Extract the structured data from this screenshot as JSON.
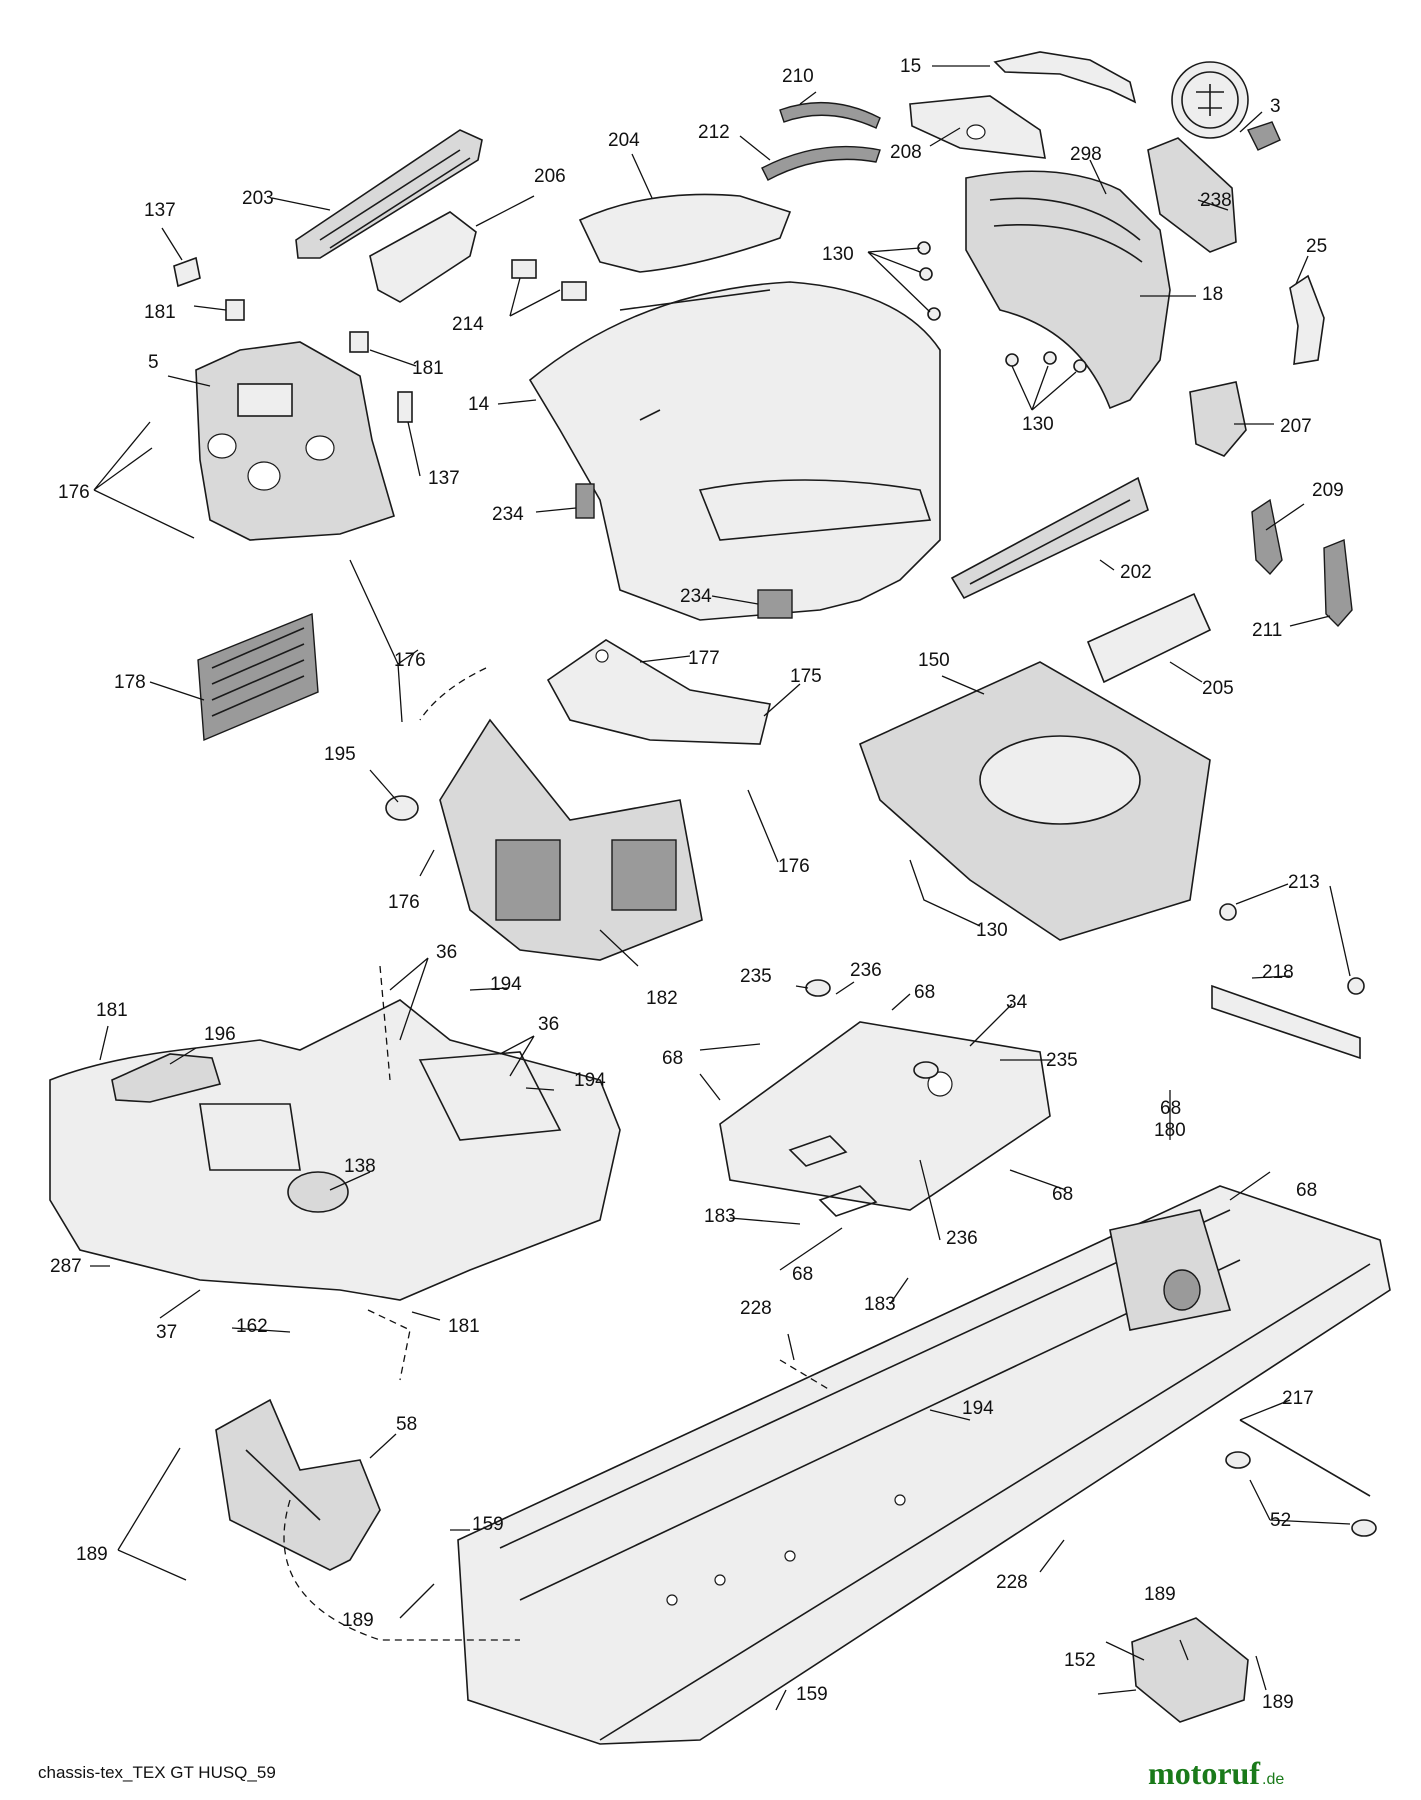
{
  "diagram": {
    "callouts": [
      "15",
      "3",
      "210",
      "212",
      "208",
      "204",
      "203",
      "206",
      "137",
      "298",
      "238",
      "130",
      "25",
      "214",
      "181",
      "5",
      "18",
      "181",
      "137",
      "14",
      "176",
      "130",
      "207",
      "234",
      "209",
      "202",
      "234",
      "211",
      "205",
      "178",
      "176",
      "177",
      "175",
      "150",
      "195",
      "176",
      "176",
      "130",
      "213",
      "182",
      "36",
      "194",
      "235",
      "236",
      "68",
      "34",
      "218",
      "181",
      "196",
      "36",
      "194",
      "68",
      "235",
      "68",
      "138",
      "68",
      "180",
      "183",
      "68",
      "236",
      "287",
      "68",
      "183",
      "37",
      "162",
      "181",
      "228",
      "194",
      "217",
      "58",
      "159",
      "52",
      "189",
      "189",
      "228",
      "189",
      "152",
      "189",
      "159"
    ],
    "footer_label": "chassis-tex_TEX GT HUSQ_59",
    "watermark": {
      "brand": "motoruf",
      "suffix": ".de"
    }
  }
}
